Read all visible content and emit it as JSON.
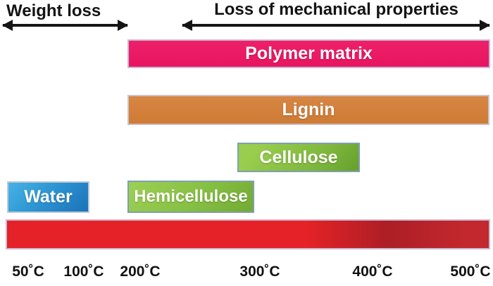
{
  "header": {
    "left_label": "Weight loss",
    "right_label": "Loss of mechanical properties"
  },
  "colors": {
    "polymer_matrix_pink": "#EA1B64",
    "lignin_orange": "#D2803C",
    "cellulose_green": "#84BE40",
    "hemicellulose_green": "#8CC63F",
    "water_blue": "#2B9FD9",
    "degradation_red_bright": "#E32126",
    "degradation_red_dark": "#C1272D",
    "arrow_black": "#151515",
    "bar_text_white": "#FFFFFF"
  },
  "chart_data": {
    "type": "bar",
    "variant": "horizontal-temperature-range-chart",
    "title": "",
    "xlabel": "",
    "x_ticks": [
      "50˚C",
      "100˚C",
      "200˚C",
      "300˚C",
      "400˚C",
      "500˚C"
    ],
    "x_range_c": [
      50,
      500
    ],
    "grid": false,
    "legend": false,
    "bars": [
      {
        "label": "Polymer matrix",
        "start_c": 200,
        "end_c": 500,
        "color": "#EA1B64"
      },
      {
        "label": "Lignin",
        "start_c": 200,
        "end_c": 500,
        "color": "#D2803C"
      },
      {
        "label": "Cellulose",
        "start_c": 300,
        "end_c": 400,
        "color": "#84BE40"
      },
      {
        "label": "Water",
        "start_c": 50,
        "end_c": 100,
        "color": "#2B9FD9"
      },
      {
        "label": "Hemicellulose",
        "start_c": 200,
        "end_c": 300,
        "color": "#8CC63F"
      },
      {
        "label": "",
        "start_c": 50,
        "end_c": 500,
        "color": "#E32126",
        "note": "full-width thermal degradation band, bright red fading to dark red above ~400˚C"
      }
    ],
    "annotations": [
      {
        "label": "Weight loss",
        "start_c": 50,
        "end_c": 200,
        "style": "double-headed-arrow"
      },
      {
        "label": "Loss of mechanical properties",
        "start_c": 200,
        "end_c": 500,
        "style": "double-headed-arrow"
      }
    ]
  }
}
